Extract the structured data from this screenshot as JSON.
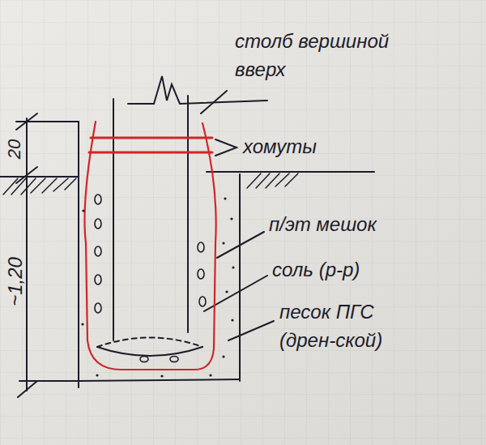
{
  "diagram": {
    "labels": [
      "столб вершиной вверх",
      "хомуты",
      "п/эт мешок",
      "соль (р-р)",
      "песок ПГС (дрен-ской)",
      "20",
      "~1,20"
    ]
  }
}
